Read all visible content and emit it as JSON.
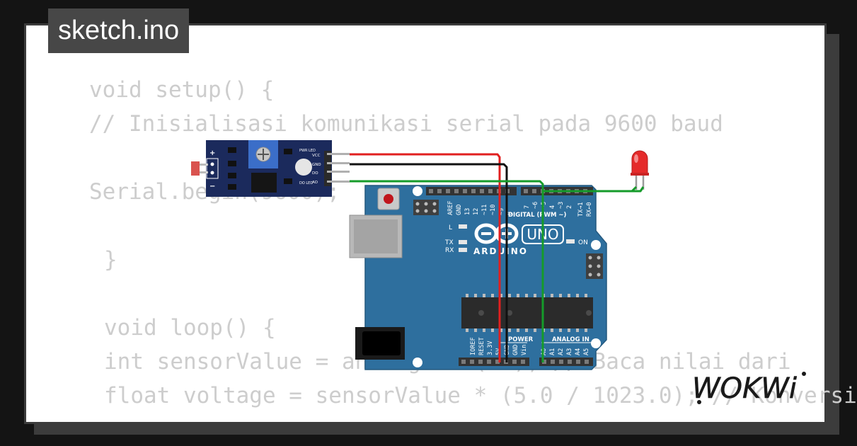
{
  "header": {
    "filename": "sketch.ino"
  },
  "code_lines": [
    "void setup() {",
    "// Inisialisasi komunikasi serial pada 9600 baud",
    "Serial.begin(9600);",
    "}",
    "void loop() {",
    "int sensorValue = analogRead(A0); // Baca nilai dari",
    "float voltage = sensorValue * (5.0 / 1023.0); // Konversi"
  ],
  "sensor_module": {
    "pin_labels": [
      "VCC",
      "GND",
      "DO",
      "AO"
    ],
    "pwr_led_label": "PWR LED",
    "do_led_label": "DO LED",
    "plus": "+",
    "minus": "−"
  },
  "arduino": {
    "brand": "ARDUINO",
    "model": "UNO",
    "top_pins": [
      "AREF",
      "GND",
      "13",
      "12",
      "~11",
      "~10",
      "~9",
      "8",
      "7",
      "~6",
      "~5",
      "4",
      "~3",
      "2",
      "TX→1",
      "RX←0"
    ],
    "digital_label": "DIGITAL (PWM ~)",
    "led_labels": [
      "L",
      "TX",
      "RX",
      "ON"
    ],
    "power_label": "POWER",
    "analog_label": "ANALOG IN",
    "power_pins": [
      "IOREF",
      "RESET",
      "3.3V",
      "5V",
      "GND",
      "GND",
      "Vin"
    ],
    "analog_pins": [
      "A0",
      "A1",
      "A2",
      "A3",
      "A4",
      "A5"
    ]
  },
  "logo": {
    "text": "WOKWi"
  },
  "colors": {
    "board": "#2e6f9e",
    "wire_red": "#e11f1f",
    "wire_black": "#111111",
    "wire_green": "#159b2a",
    "led_red": "#e52b2b",
    "sensor_board": "#1b2a5c"
  }
}
